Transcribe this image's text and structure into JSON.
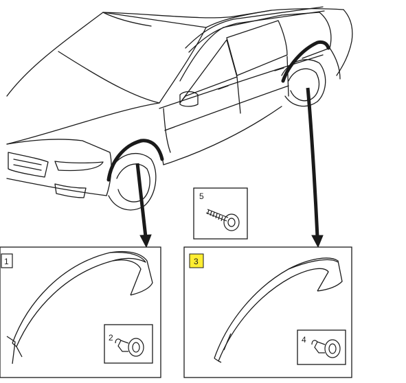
{
  "callouts": {
    "part_1": "1",
    "part_2": "2",
    "part_3": "3",
    "part_4": "4",
    "part_5": "5"
  },
  "colors": {
    "line": "#1a1a1a",
    "highlight": "#ffee33",
    "background": "#ffffff"
  },
  "icons": [
    "car-outline-icon",
    "wheel-arch-trim-icon",
    "screw-icon",
    "clip-icon"
  ]
}
